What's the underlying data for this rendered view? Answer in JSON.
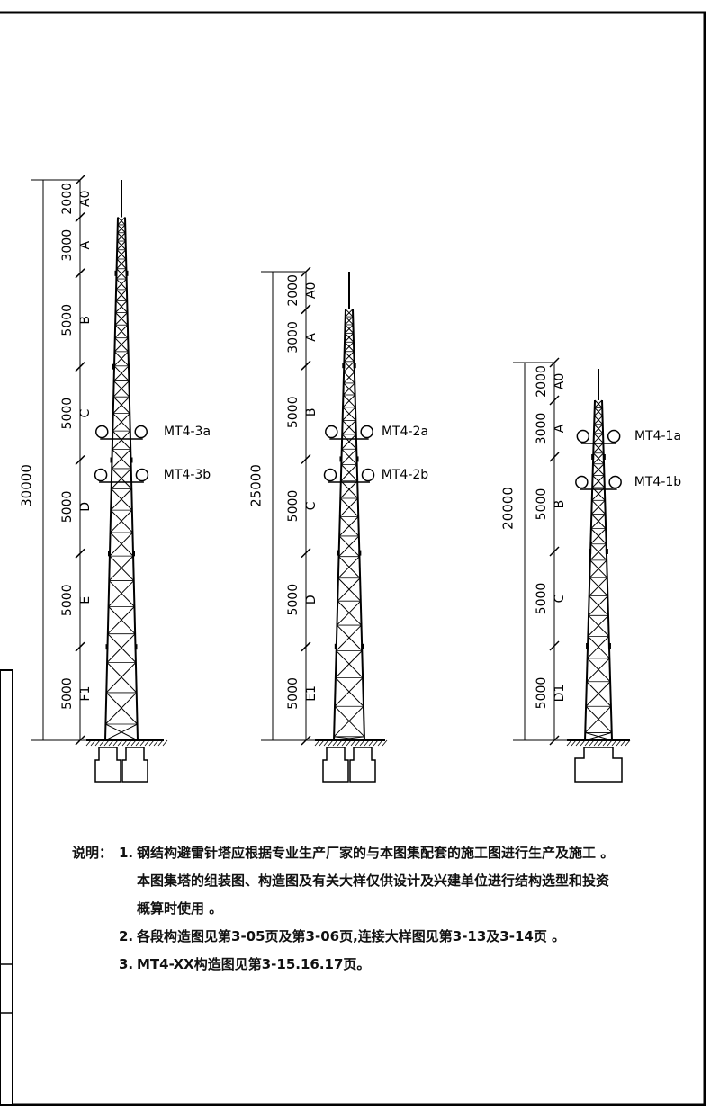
{
  "towers": [
    {
      "id": "30m",
      "total_label": "30000",
      "segments": [
        {
          "letter": "A0",
          "dim": "2000"
        },
        {
          "letter": "A",
          "dim": "3000"
        },
        {
          "letter": "B",
          "dim": "5000"
        },
        {
          "letter": "C",
          "dim": "5000"
        },
        {
          "letter": "D",
          "dim": "5000"
        },
        {
          "letter": "E",
          "dim": "5000"
        },
        {
          "letter": "F1",
          "dim": "5000"
        }
      ],
      "mounts": [
        "MT4-3a",
        "MT4-3b"
      ]
    },
    {
      "id": "25m",
      "total_label": "25000",
      "segments": [
        {
          "letter": "A0",
          "dim": "2000"
        },
        {
          "letter": "A",
          "dim": "3000"
        },
        {
          "letter": "B",
          "dim": "5000"
        },
        {
          "letter": "C",
          "dim": "5000"
        },
        {
          "letter": "D",
          "dim": "5000"
        },
        {
          "letter": "E1",
          "dim": "5000"
        }
      ],
      "mounts": [
        "MT4-2a",
        "MT4-2b"
      ]
    },
    {
      "id": "20m",
      "total_label": "20000",
      "segments": [
        {
          "letter": "A0",
          "dim": "2000"
        },
        {
          "letter": "A",
          "dim": "3000"
        },
        {
          "letter": "B",
          "dim": "5000"
        },
        {
          "letter": "C",
          "dim": "5000"
        },
        {
          "letter": "D1",
          "dim": "5000"
        }
      ],
      "mounts": [
        "MT4-1a",
        "MT4-1b"
      ]
    }
  ],
  "notes": {
    "heading": "说明：",
    "items": [
      {
        "num": "1.",
        "lines": [
          "钢结构避雷针塔应根据专业生产厂家的与本图集配套的施工图进行生产及施工 。",
          "本图集塔的组装图、构造图及有关大样仅供设计及兴建单位进行结构选型和投资",
          "概算时使用 。"
        ]
      },
      {
        "num": "2.",
        "lines": [
          "各段构造图见第3-05页及第3-06页,连接大样图见第3-13及3-14页 。"
        ]
      },
      {
        "num": "3.",
        "lines": [
          "MT4-XX构造图见第3-15.16.17页。"
        ]
      }
    ]
  }
}
